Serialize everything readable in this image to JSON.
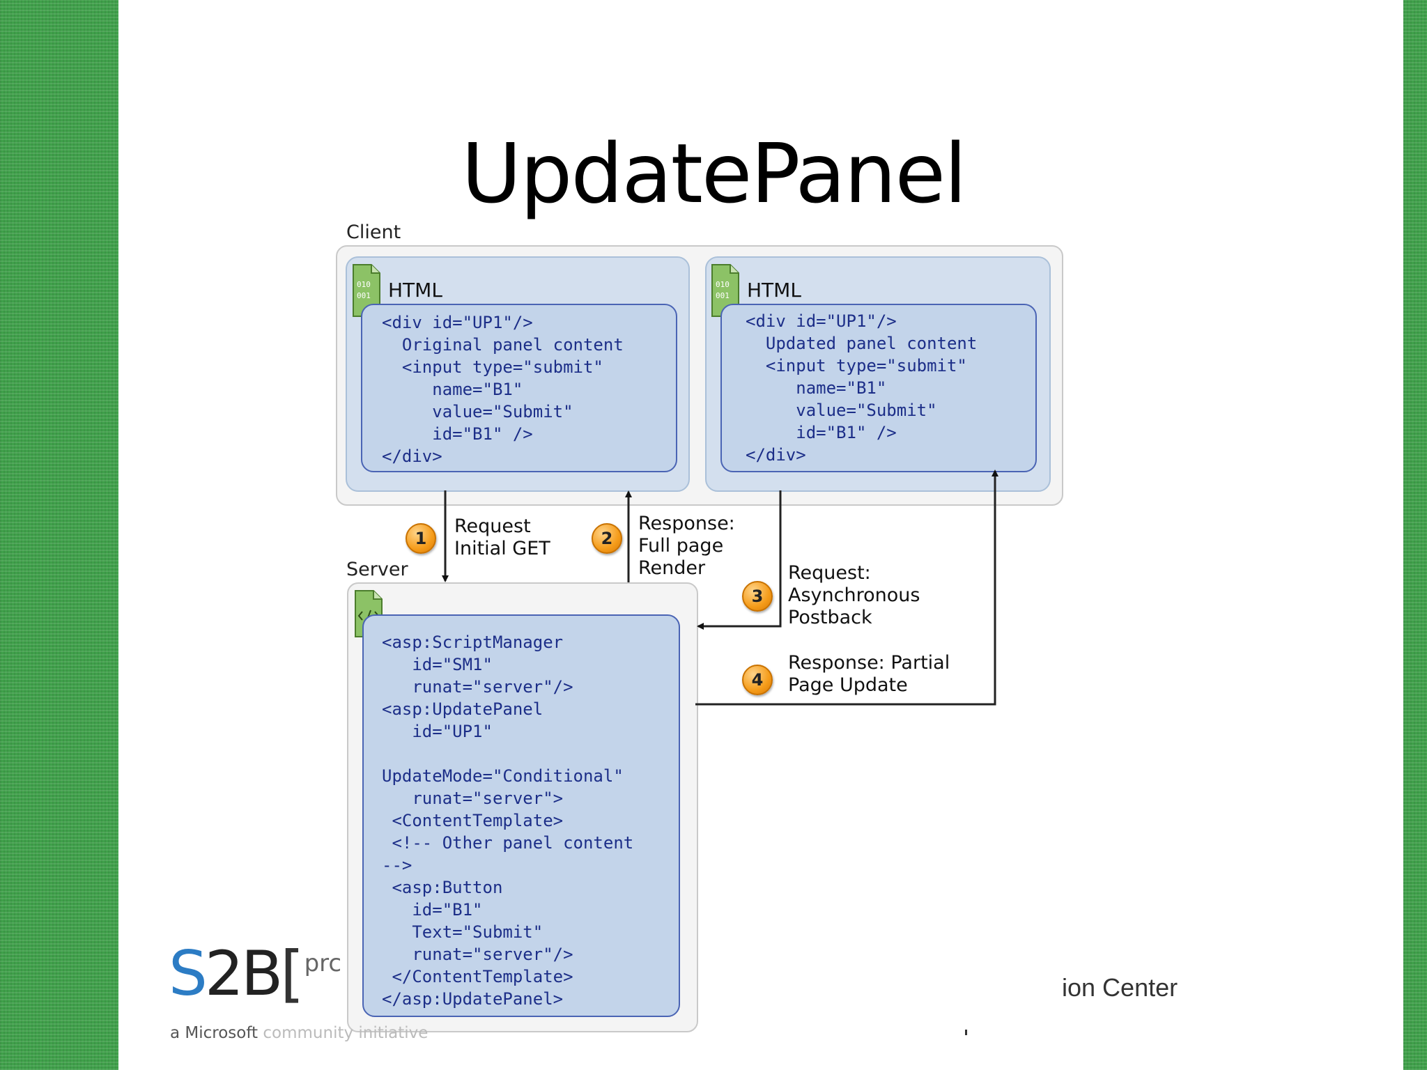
{
  "slide": {
    "title": "UpdatePanel"
  },
  "diagram": {
    "client_label": "Client",
    "server_label": "Server",
    "original_html": {
      "label": "HTML",
      "code": "<div id=\"UP1\"/>\n  Original panel content\n  <input type=\"submit\"\n     name=\"B1\"\n     value=\"Submit\"\n     id=\"B1\" />\n</div>"
    },
    "updated_html": {
      "label": "HTML",
      "code": "<div id=\"UP1\"/>\n  Updated panel content\n  <input type=\"submit\"\n     name=\"B1\"\n     value=\"Submit\"\n     id=\"B1\" />\n</div>"
    },
    "server_code": "<asp:ScriptManager\n   id=\"SM1\"\n   runat=\"server\"/>\n<asp:UpdatePanel\n   id=\"UP1\"\n\nUpdateMode=\"Conditional\"\n   runat=\"server\">\n <ContentTemplate>\n <!-- Other panel content\n-->\n <asp:Button\n   id=\"B1\"\n   Text=\"Submit\"\n   runat=\"server\"/>\n </ContentTemplate>\n</asp:UpdatePanel>",
    "steps": [
      {
        "number": "1",
        "label": "Request\nInitial GET"
      },
      {
        "number": "2",
        "label": "Response:\nFull page\nRender"
      },
      {
        "number": "3",
        "label": "Request:\nAsynchronous\nPostback"
      },
      {
        "number": "4",
        "label": "Response: Partial\nPage Update"
      }
    ]
  },
  "footer": {
    "logo_s": "S",
    "logo_rest": "2B",
    "logo_bracket": "[",
    "logo_fragment": "prc",
    "tagline_microsoft": "a Microsoft",
    "tagline_rest": " community initiative",
    "right_text": "ion Center"
  },
  "colors": {
    "side_band": "#3fa04a",
    "code_text": "#1c2e88",
    "code_box": "#c3d4ea",
    "badge": "#f59c1a"
  }
}
